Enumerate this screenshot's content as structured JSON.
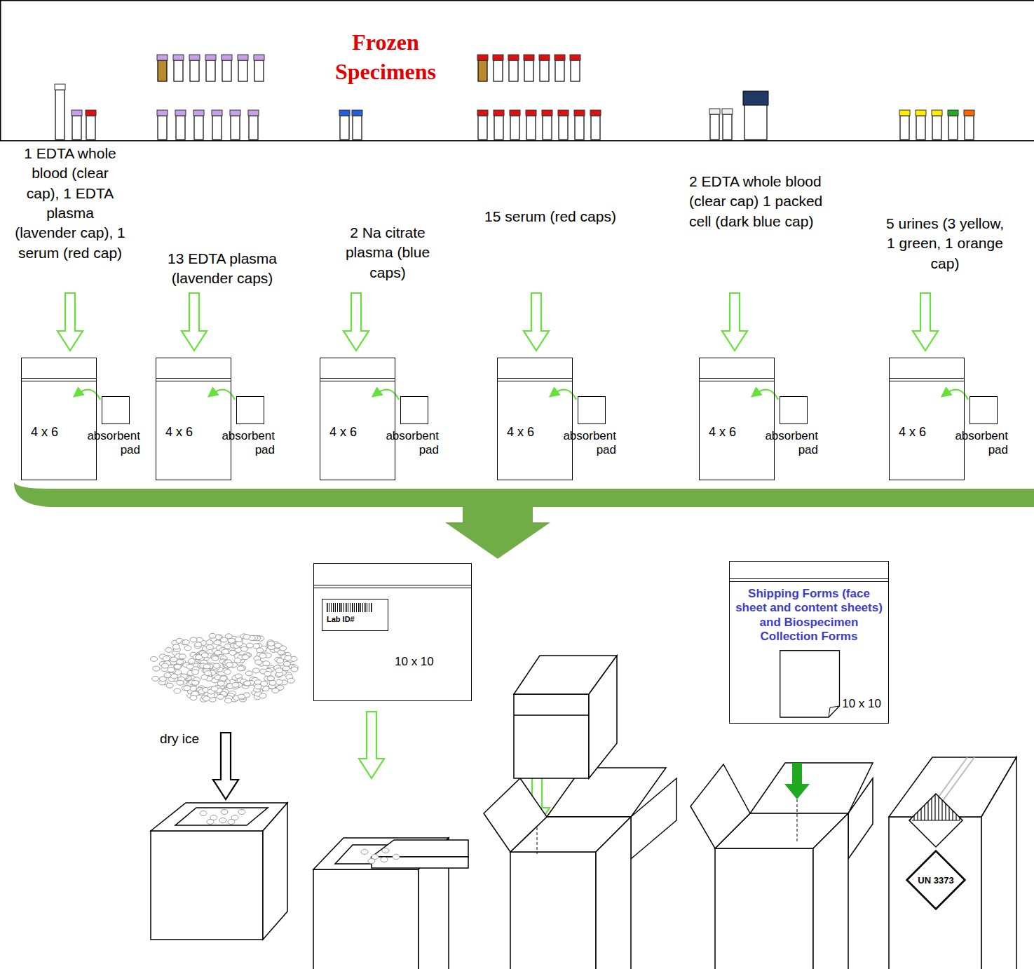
{
  "diagram": {
    "title": "Frozen Specimens",
    "nodes": [
      {
        "text": [
          "4 x 6"
        ]
      },
      {
        "text": [
          "absorbent pad"
        ]
      },
      {
        "text": [
          "4 x 6"
        ]
      },
      {
        "text": [
          "absorbent pad"
        ]
      },
      {
        "text": [
          "4 x 6"
        ]
      },
      {
        "text": [
          "absorbent pad"
        ]
      },
      {
        "text": [
          "4 x 6"
        ]
      },
      {
        "text": [
          "absorbent pad"
        ]
      },
      {
        "text": [
          "4 x 6"
        ]
      },
      {
        "text": [
          "absorbent pad"
        ]
      },
      {
        "text": [
          "4 x 6"
        ]
      },
      {
        "text": [
          "absorbent pad"
        ]
      },
      {
        "text": [
          "10 x 10"
        ]
      },
      {
        "text": [
          "Lab ID#"
        ],
        "in": 12
      },
      {
        "text": [
          "Shipping Forms (face sheet and content sheets) and Biospecimen Collection Forms",
          "10 x 10"
        ]
      },
      {
        "text": [
          "UN 3373"
        ]
      }
    ],
    "labels": [
      "1 EDTA whole blood (clear cap), 1 EDTA plasma (lavender cap), 1 serum (red cap)",
      "13 EDTA plasma (lavender caps)",
      "2 Na citrate plasma (blue caps)",
      "15 serum (red caps)",
      "2 EDTA whole blood (clear cap) 1 packed cell (dark blue cap)",
      "5 urines (3 yellow, 1 green, 1 orange cap)",
      "dry ice"
    ]
  }
}
